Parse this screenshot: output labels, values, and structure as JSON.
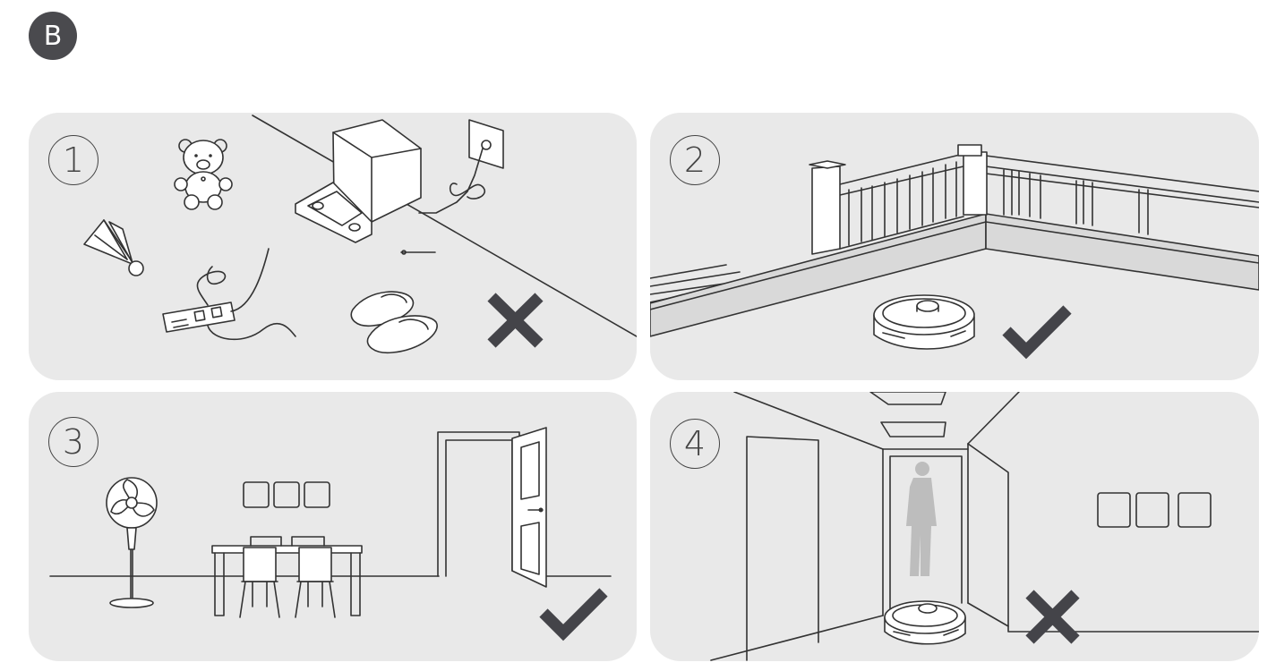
{
  "section": {
    "letter": "B"
  },
  "panels": [
    {
      "id": "1",
      "number": "1",
      "verdict": "cross",
      "icon": "cross-icon"
    },
    {
      "id": "2",
      "number": "2",
      "verdict": "check",
      "icon": "check-icon"
    },
    {
      "id": "3",
      "number": "3",
      "verdict": "check",
      "icon": "check-icon"
    },
    {
      "id": "4",
      "number": "4",
      "verdict": "cross",
      "icon": "cross-icon"
    }
  ],
  "colors": {
    "panel_background": "#e9e9e9",
    "mark": "#444449",
    "badge": "#4a4a4e",
    "line": "#333333"
  }
}
